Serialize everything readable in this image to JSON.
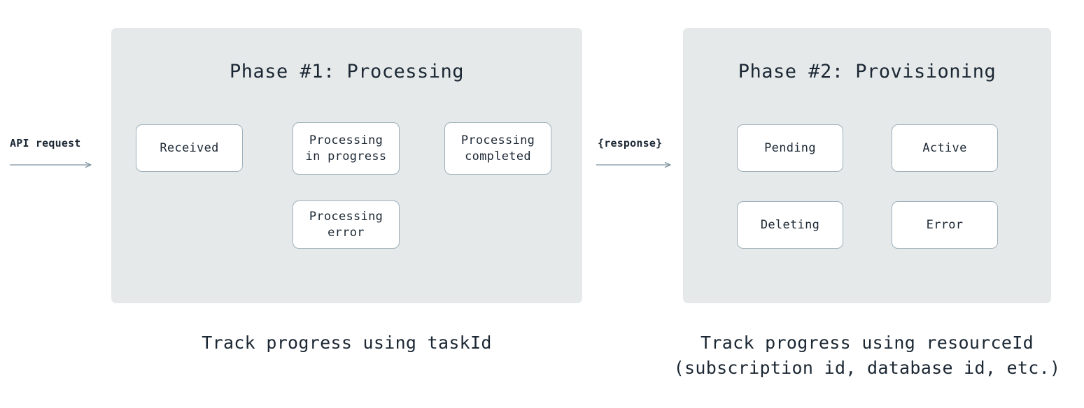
{
  "diagram": {
    "title_left": "Phase #1: Processing",
    "title_right": "Phase #2: Provisioning",
    "entry_label": "API request",
    "transfer_label": "{response}",
    "caption_left": "Track progress using taskId",
    "caption_right": "Track progress using resourceId\n(subscription id, database id, etc.)",
    "colors": {
      "panel_background": "#e5e9ea",
      "node_background": "#ffffff",
      "node_border": "#9fb0bb",
      "text": "#1b2733",
      "arrow": "#7d929f",
      "page_background": "#ffffff"
    }
  },
  "phase1": {
    "nodes": [
      {
        "id": "received",
        "label": "Received"
      },
      {
        "id": "processing-in-progress",
        "label": "Processing\nin progress"
      },
      {
        "id": "processing-completed",
        "label": "Processing\ncompleted"
      },
      {
        "id": "processing-error",
        "label": "Processing\nerror"
      }
    ],
    "edges": [
      {
        "from": "received",
        "to": "processing-in-progress"
      },
      {
        "from": "processing-in-progress",
        "to": "processing-completed"
      },
      {
        "from": "processing-in-progress",
        "to": "processing-error"
      }
    ]
  },
  "phase2": {
    "nodes": [
      {
        "id": "pending",
        "label": "Pending"
      },
      {
        "id": "active",
        "label": "Active"
      },
      {
        "id": "deleting",
        "label": "Deleting"
      },
      {
        "id": "error",
        "label": "Error"
      }
    ],
    "edges": [
      {
        "from": "pending",
        "to": "active"
      },
      {
        "from": "pending",
        "to": "error"
      }
    ]
  }
}
